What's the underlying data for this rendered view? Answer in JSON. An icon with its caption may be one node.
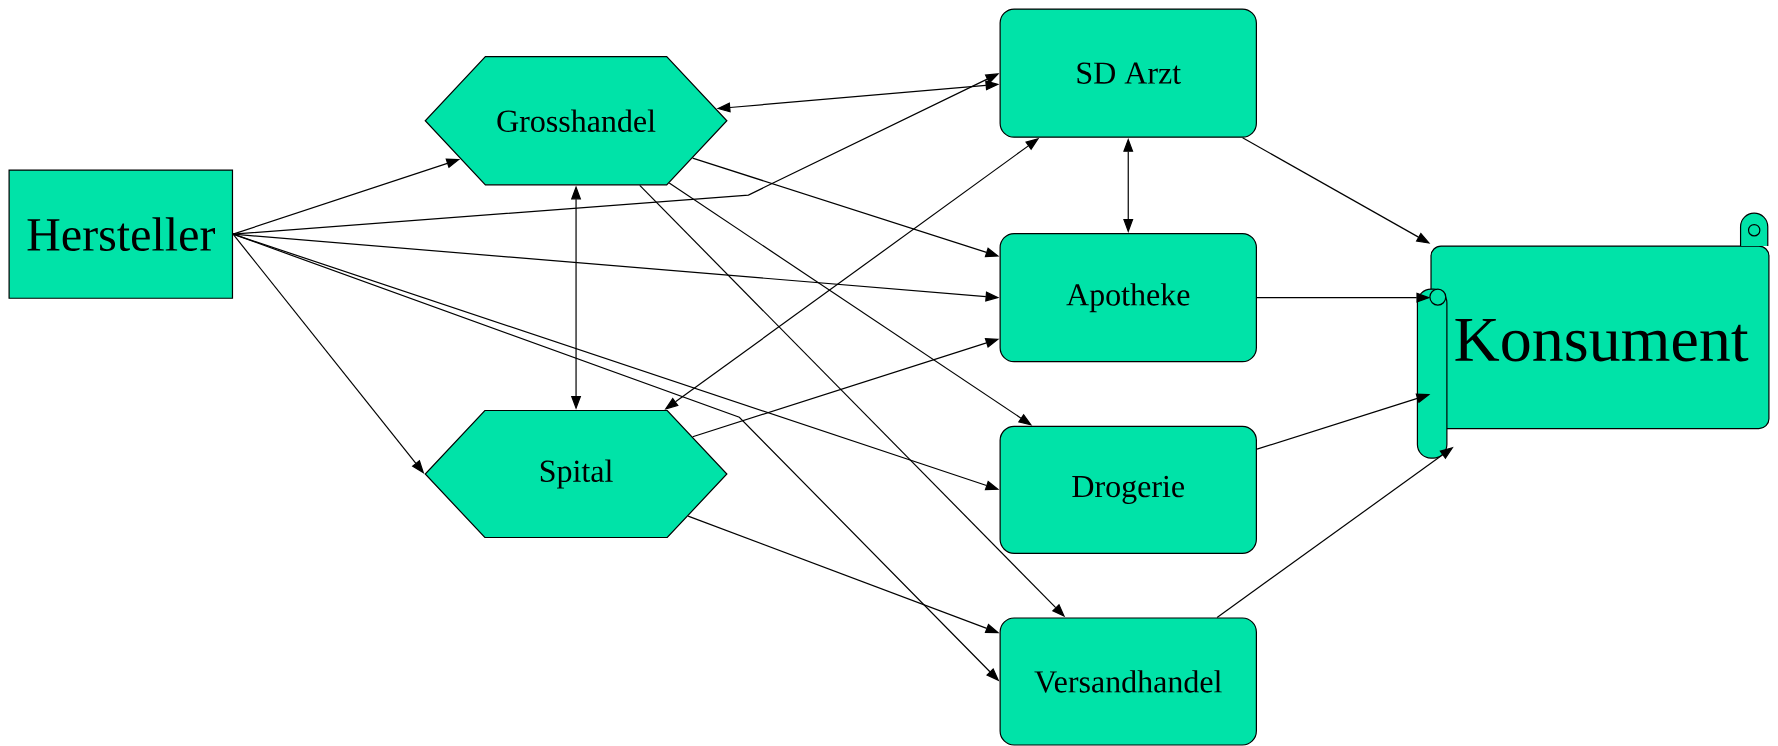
{
  "diagram": {
    "nodes": [
      {
        "text": [
          "Hersteller"
        ]
      },
      {
        "text": [
          "Grosshandel"
        ]
      },
      {
        "text": [
          "Spital"
        ]
      },
      {
        "text": [
          "SD Arzt"
        ]
      },
      {
        "text": [
          "Apotheke"
        ]
      },
      {
        "text": [
          "Drogerie"
        ]
      },
      {
        "text": [
          "Versandhandel"
        ]
      },
      {
        "text": [
          "Konsument"
        ]
      }
    ],
    "edges": [
      {
        "from": 0,
        "to": 1,
        "arrow": "to"
      },
      {
        "from": 0,
        "to": 3,
        "arrow": "to"
      },
      {
        "from": 0,
        "to": 4,
        "arrow": "to"
      },
      {
        "from": 0,
        "to": 5,
        "arrow": "to"
      },
      {
        "from": 0,
        "to": 2,
        "arrow": "to"
      },
      {
        "from": 0,
        "to": 6,
        "arrow": "to"
      },
      {
        "from": 1,
        "to": 3,
        "arrow": "both"
      },
      {
        "from": 1,
        "to": 4,
        "arrow": "to"
      },
      {
        "from": 1,
        "to": 5,
        "arrow": "to"
      },
      {
        "from": 1,
        "to": 6,
        "arrow": "to"
      },
      {
        "from": 1,
        "to": 2,
        "arrow": "both"
      },
      {
        "from": 2,
        "to": 3,
        "arrow": "both"
      },
      {
        "from": 2,
        "to": 4,
        "arrow": "to"
      },
      {
        "from": 2,
        "to": 6,
        "arrow": "to"
      },
      {
        "from": 3,
        "to": 4,
        "arrow": "both"
      },
      {
        "from": 3,
        "to": 7,
        "arrow": "to"
      },
      {
        "from": 4,
        "to": 7,
        "arrow": "to"
      },
      {
        "from": 5,
        "to": 7,
        "arrow": "to"
      },
      {
        "from": 6,
        "to": 7,
        "arrow": "to"
      }
    ]
  }
}
